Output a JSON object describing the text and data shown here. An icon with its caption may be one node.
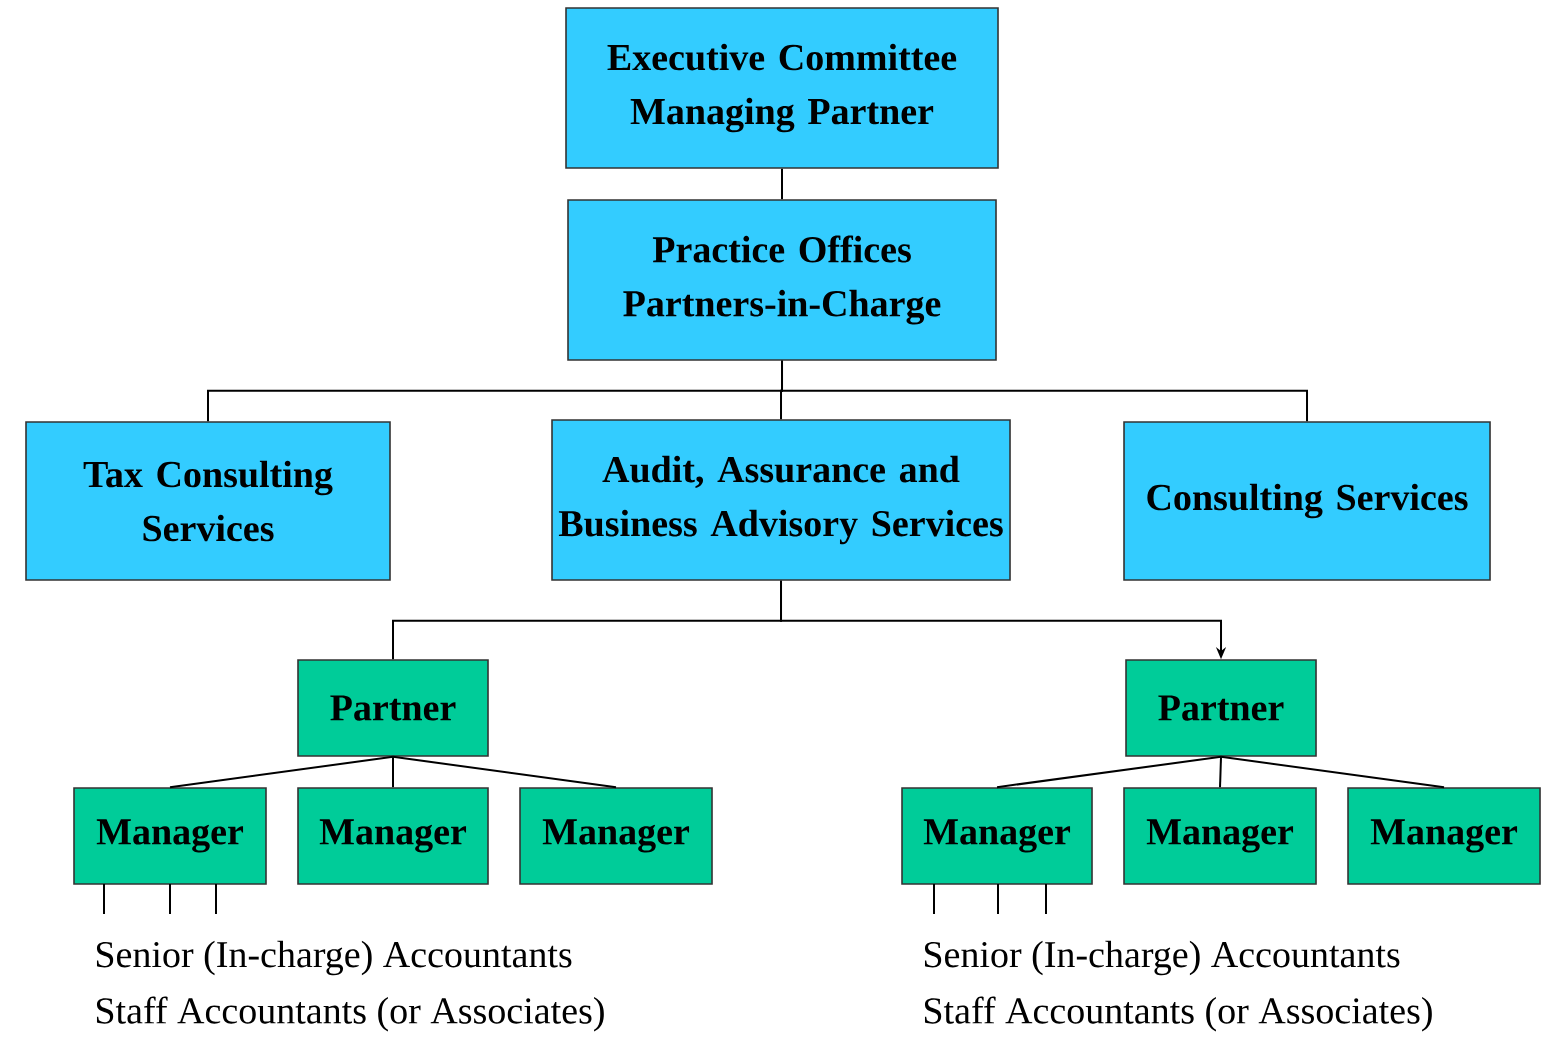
{
  "diagram": {
    "nodes": [
      {
        "text": [
          "Executive Committee Managing Partner"
        ]
      },
      {
        "text": [
          "Practice Offices Partners-in-Charge"
        ]
      },
      {
        "text": [
          "Tax Consulting Services"
        ]
      },
      {
        "text": [
          "Audit, Assurance and Business Advisory Services"
        ]
      },
      {
        "text": [
          "Consulting Services"
        ]
      },
      {
        "text": [
          "Partner"
        ]
      },
      {
        "text": [
          "Partner"
        ]
      },
      {
        "text": [
          "Manager"
        ]
      },
      {
        "text": [
          "Manager"
        ]
      },
      {
        "text": [
          "Manager"
        ]
      },
      {
        "text": [
          "Manager"
        ]
      },
      {
        "text": [
          "Manager"
        ]
      },
      {
        "text": [
          "Manager"
        ]
      }
    ],
    "edges": [
      {
        "from": 0,
        "to": 1,
        "arrow": "none"
      },
      {
        "from": 1,
        "to": 2,
        "arrow": "none"
      },
      {
        "from": 1,
        "to": 3,
        "arrow": "none"
      },
      {
        "from": 1,
        "to": 4,
        "arrow": "none"
      },
      {
        "from": 3,
        "to": 5,
        "arrow": "none"
      },
      {
        "from": 3,
        "to": 6,
        "arrow": "to"
      },
      {
        "from": 5,
        "to": 7,
        "arrow": "none"
      },
      {
        "from": 5,
        "to": 8,
        "arrow": "none"
      },
      {
        "from": 5,
        "to": 9,
        "arrow": "none"
      },
      {
        "from": 6,
        "to": 10,
        "arrow": "none"
      },
      {
        "from": 6,
        "to": 11,
        "arrow": "none"
      },
      {
        "from": 6,
        "to": 12,
        "arrow": "none"
      },
      {
        "from": 7,
        "to": null,
        "arrow": "none"
      },
      {
        "from": 7,
        "to": null,
        "arrow": "none"
      },
      {
        "from": 7,
        "to": null,
        "arrow": "none"
      },
      {
        "from": 10,
        "to": null,
        "arrow": "none"
      },
      {
        "from": 10,
        "to": null,
        "arrow": "none"
      },
      {
        "from": 10,
        "to": null,
        "arrow": "none"
      }
    ],
    "labels": [
      "Senior (In-charge) Accountants",
      "Staff Accountants (or Associates)",
      "Senior (In-charge) Accountants",
      "Staff Accountants (or Associates)"
    ]
  }
}
